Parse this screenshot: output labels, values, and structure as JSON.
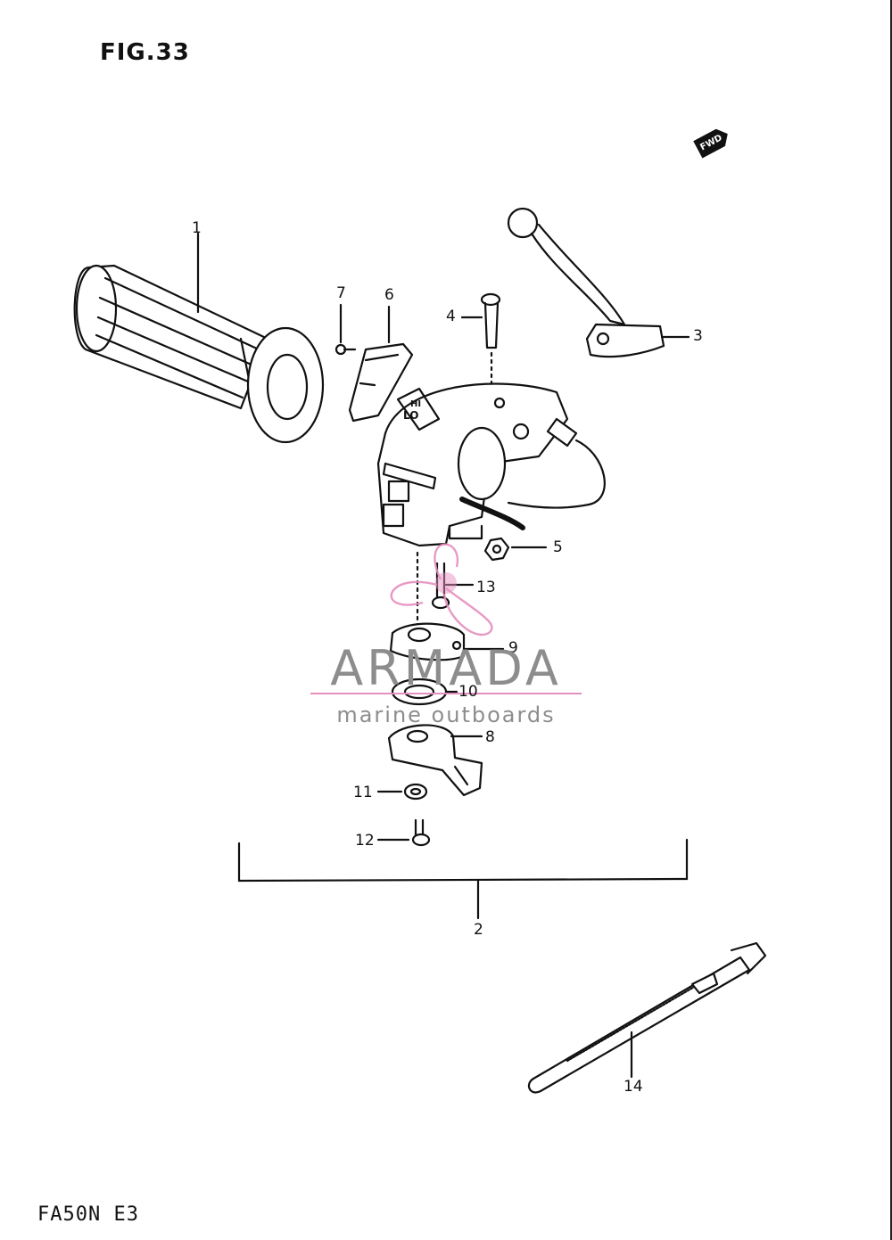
{
  "figure": {
    "title": "FIG.33",
    "model_code": "FA50N E3",
    "direction_badge": "FWD"
  },
  "callouts": [
    {
      "id": "1",
      "label": "1"
    },
    {
      "id": "2",
      "label": "2"
    },
    {
      "id": "3",
      "label": "3"
    },
    {
      "id": "4",
      "label": "4"
    },
    {
      "id": "5",
      "label": "5"
    },
    {
      "id": "6",
      "label": "6"
    },
    {
      "id": "7",
      "label": "7"
    },
    {
      "id": "8",
      "label": "8"
    },
    {
      "id": "9",
      "label": "9"
    },
    {
      "id": "10",
      "label": "10"
    },
    {
      "id": "11",
      "label": "11"
    },
    {
      "id": "12",
      "label": "12"
    },
    {
      "id": "13",
      "label": "13"
    },
    {
      "id": "14",
      "label": "14"
    }
  ],
  "watermark": {
    "title": "ARMADA",
    "subtitle": "marine outboards",
    "accent_color": "#e58fbf",
    "text_color": "#8d8d8d"
  }
}
